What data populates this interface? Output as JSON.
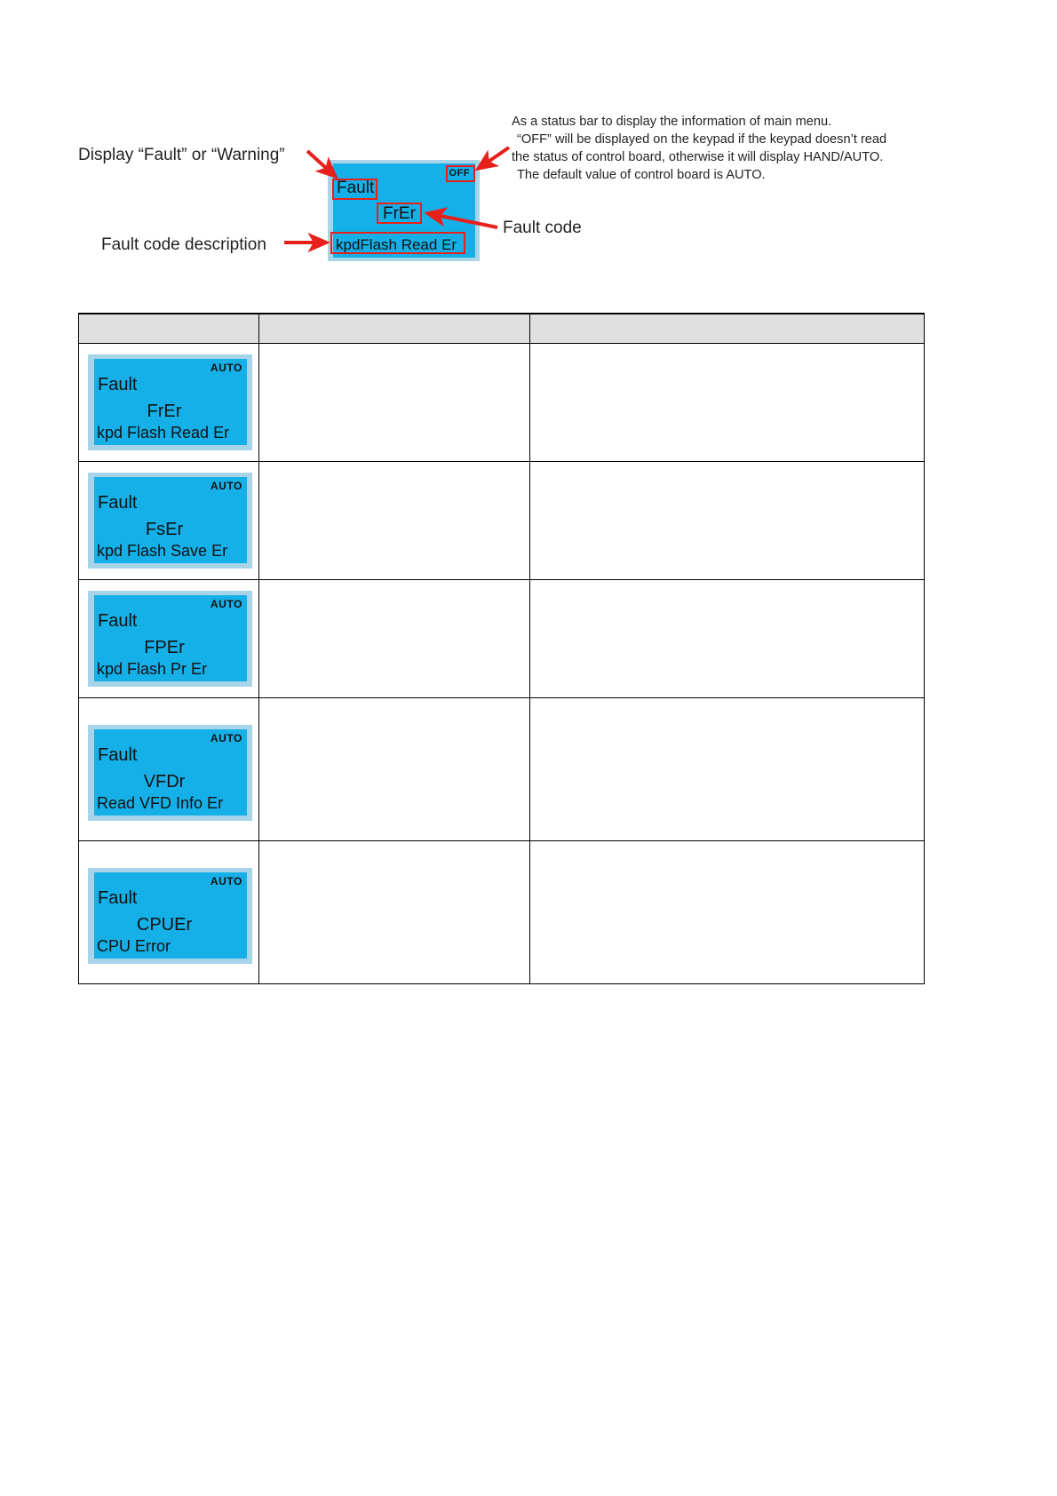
{
  "diagram": {
    "labels": {
      "fault_or_warning": "Display “Fault” or “Warning”",
      "fault_code_description": "Fault code description",
      "fault_code": "Fault code"
    },
    "status_note": {
      "line1": "As a status bar to display the information of main menu.",
      "line2": "“OFF” will be displayed on the keypad if the keypad doesn’t read",
      "line3": "the status of control board, otherwise it will display HAND/AUTO.",
      "line4": "The default value of control board is AUTO."
    },
    "keypad": {
      "title": "Fault",
      "status": "OFF",
      "code": "FrEr",
      "description": "kpdFlash Read Er"
    }
  },
  "table": {
    "headers": [
      "",
      "",
      ""
    ],
    "rows": [
      {
        "lcd": {
          "title": "Fault",
          "status": "AUTO",
          "code": "FrEr",
          "description": "kpd Flash Read Er"
        },
        "col2": "",
        "col3": ""
      },
      {
        "lcd": {
          "title": "Fault",
          "status": "AUTO",
          "code": "FsEr",
          "description": "kpd Flash Save Er"
        },
        "col2": "",
        "col3": ""
      },
      {
        "lcd": {
          "title": "Fault",
          "status": "AUTO",
          "code": "FPEr",
          "description": "kpd Flash Pr Er"
        },
        "col2": "",
        "col3": ""
      },
      {
        "lcd": {
          "title": "Fault",
          "status": "AUTO",
          "code": "VFDr",
          "description": "Read VFD Info Er"
        },
        "col2": "",
        "col3": ""
      },
      {
        "lcd": {
          "title": "Fault",
          "status": "AUTO",
          "code": "CPUEr",
          "description": "CPU Error"
        },
        "col2": "",
        "col3": ""
      }
    ]
  },
  "colors": {
    "lcd_screen": "#16b0e8",
    "lcd_bezel": "#a8d4ea",
    "annotation_red": "#e8201c",
    "table_header_gray": "#e0e0e0"
  }
}
